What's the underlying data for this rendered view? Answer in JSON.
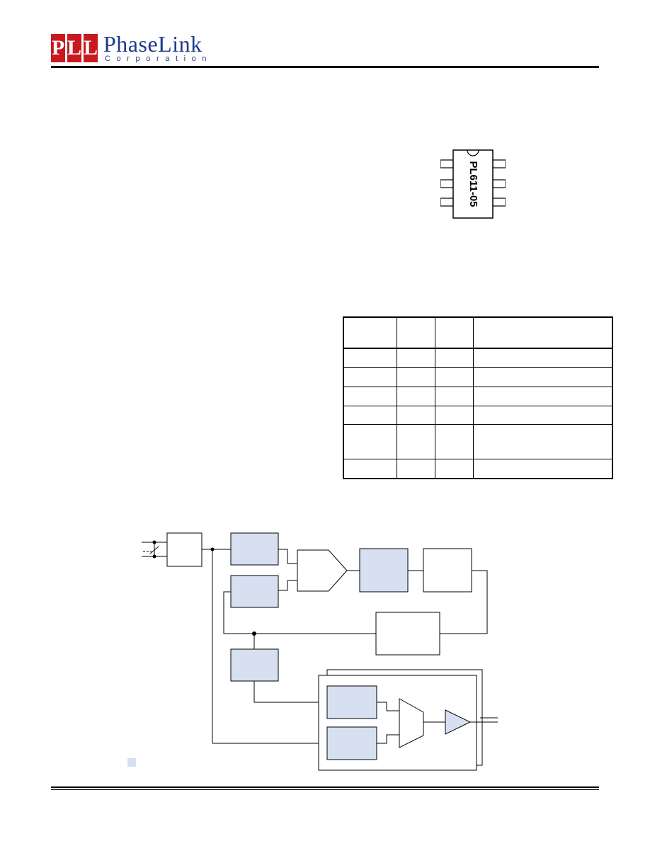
{
  "header": {
    "logo_letters": [
      "P",
      "L",
      "L"
    ],
    "company_name": "PhaseLink",
    "company_sub": "Corporation"
  },
  "package": {
    "marking": "PL611-05"
  },
  "pin_table": {
    "rows": 6
  },
  "colors": {
    "logo_red": "#c8191e",
    "logo_blue": "#1f3a8a",
    "block_fill": "#d6e0f0",
    "rule": "#000000"
  }
}
